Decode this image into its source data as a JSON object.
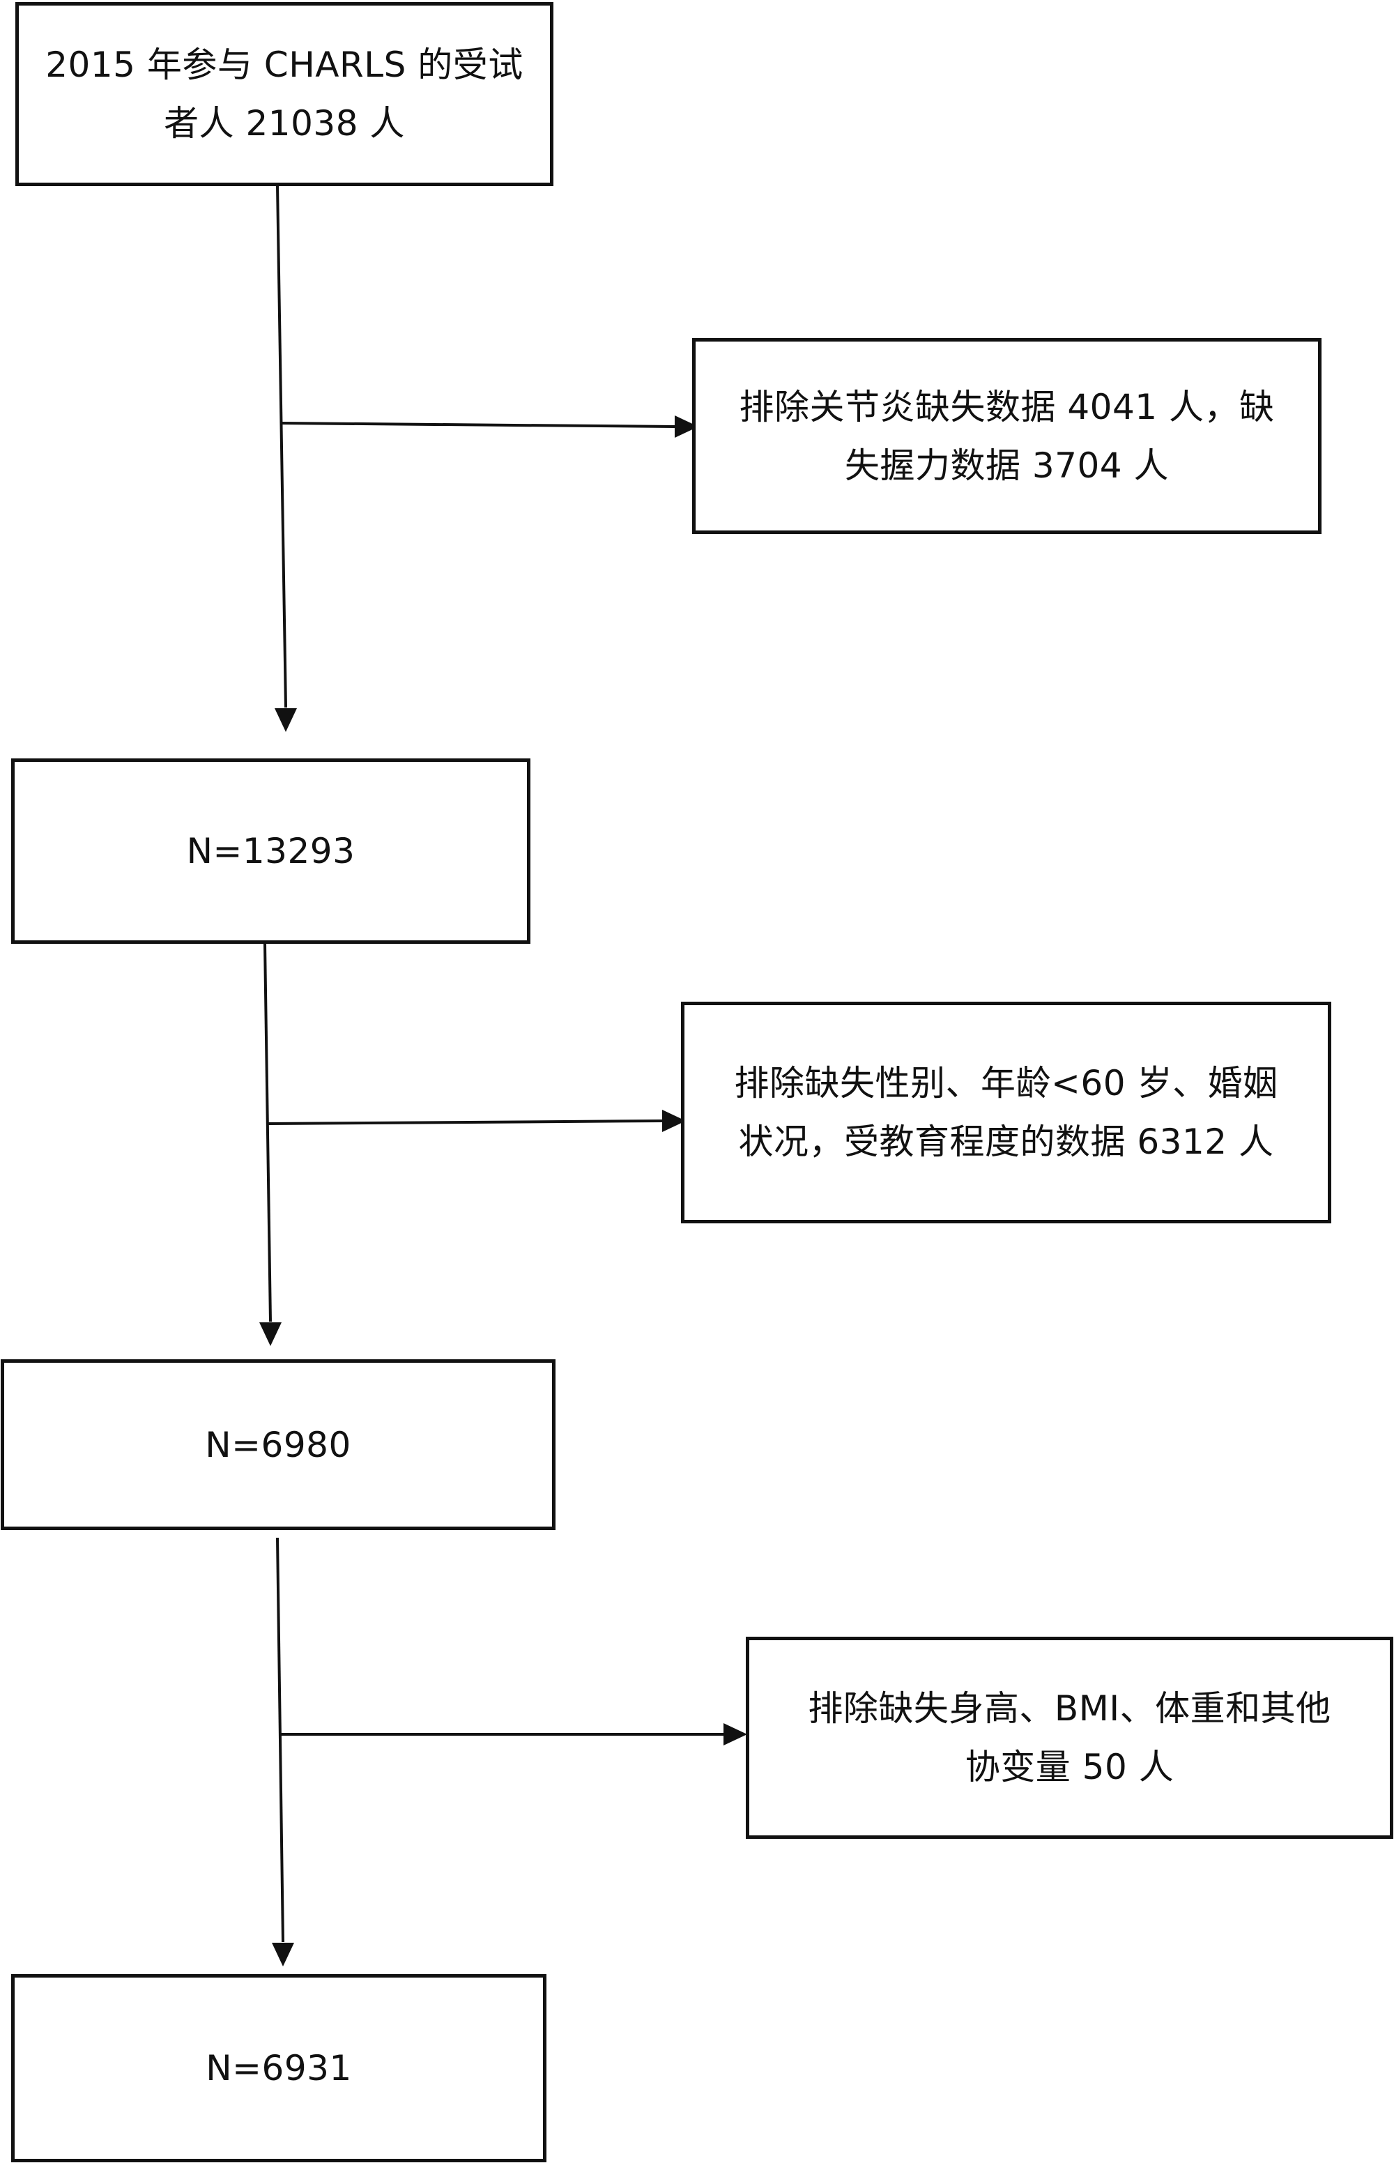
{
  "flowchart": {
    "start_box": {
      "text": "2015 年参与 CHARLS 的受试\n者人 21038 人"
    },
    "exclusion_1": {
      "text": "排除关节炎缺失数据 4041 人，缺\n失握力数据 3704 人"
    },
    "step_1": {
      "text": "N=13293"
    },
    "exclusion_2": {
      "text": "排除缺失性别、年龄<60 岁、婚姻\n状况，受教育程度的数据 6312 人"
    },
    "step_2": {
      "text": "N=6980"
    },
    "exclusion_3": {
      "text": "排除缺失身高、BMI、体重和其他\n协变量 50 人"
    },
    "final_box": {
      "text": "N=6931"
    }
  },
  "colors": {
    "stroke": "#111111",
    "background": "#ffffff"
  }
}
